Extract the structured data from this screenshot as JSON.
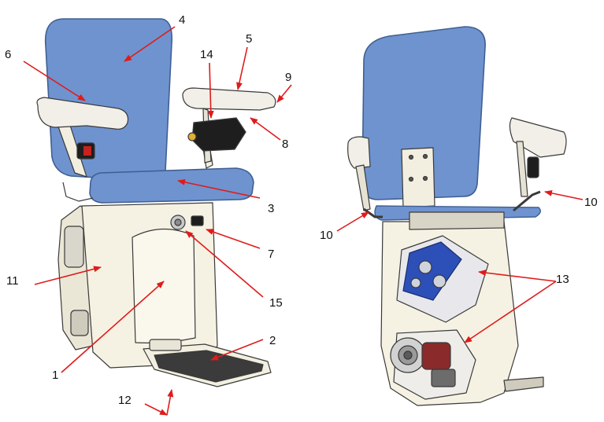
{
  "diagram": {
    "callouts": [
      {
        "id": "c1",
        "label": "1"
      },
      {
        "id": "c2",
        "label": "2"
      },
      {
        "id": "c3",
        "label": "3"
      },
      {
        "id": "c4",
        "label": "4"
      },
      {
        "id": "c5",
        "label": "5"
      },
      {
        "id": "c6",
        "label": "6"
      },
      {
        "id": "c7",
        "label": "7"
      },
      {
        "id": "c8",
        "label": "8"
      },
      {
        "id": "c9",
        "label": "9"
      },
      {
        "id": "c10a",
        "label": "10"
      },
      {
        "id": "c10b",
        "label": "10"
      },
      {
        "id": "c11",
        "label": "11"
      },
      {
        "id": "c12",
        "label": "12"
      },
      {
        "id": "c13",
        "label": "13"
      },
      {
        "id": "c14",
        "label": "14"
      },
      {
        "id": "c15",
        "label": "15"
      }
    ]
  },
  "colors": {
    "seat_blue": "#6f93cf",
    "seat_edge": "#3f5f93",
    "body_cream": "#f6f2e3",
    "outline": "#3a3a3a",
    "arrow_red": "#e01b1b",
    "footrest": "#3b3b3b",
    "motor_blue": "#2d4fb8"
  }
}
